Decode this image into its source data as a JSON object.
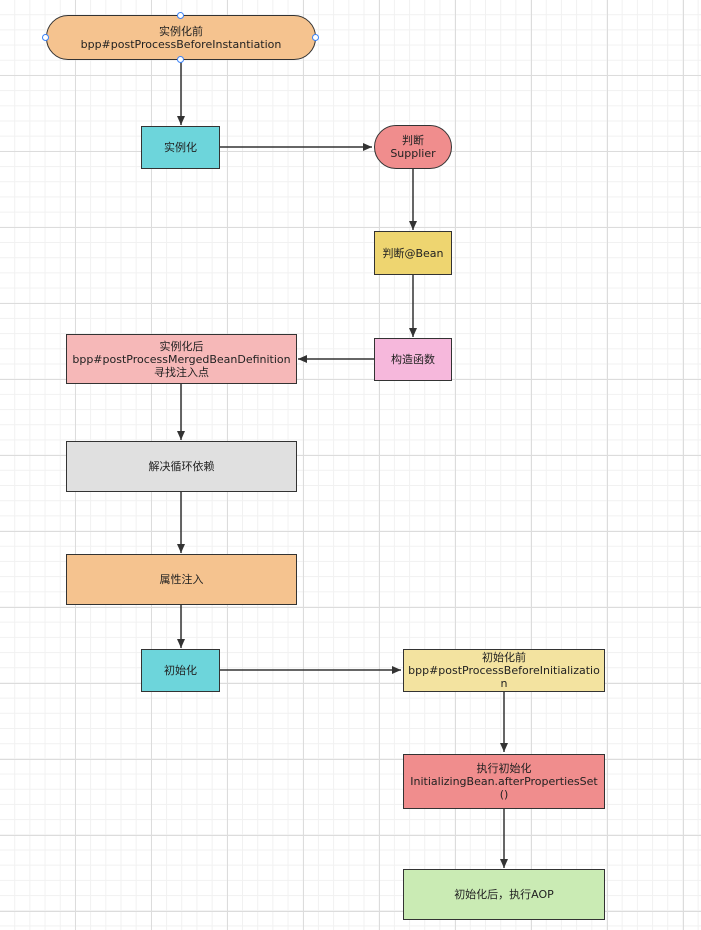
{
  "nodes": {
    "before_instantiation": {
      "line1": "实例化前",
      "line2": "bpp#postProcessBeforeInstantiation",
      "color": "#f5c38f"
    },
    "instantiate": {
      "label": "实例化",
      "color": "#6dd5db"
    },
    "supplier": {
      "line1": "判断",
      "line2": "Supplier",
      "color": "#f08d8d"
    },
    "bean_annotation": {
      "label": "判断@Bean",
      "color": "#eed570"
    },
    "constructor": {
      "label": "构造函数",
      "color": "#f6b8dc"
    },
    "after_instantiation": {
      "line1": "实例化后",
      "line2": "bpp#postProcessMergedBeanDefinition",
      "line3": "寻找注入点",
      "color": "#f6b8b8"
    },
    "circular_dependency": {
      "label": "解决循环依赖",
      "color": "#e0e0e0"
    },
    "property_injection": {
      "label": "属性注入",
      "color": "#f5c38f"
    },
    "initialize": {
      "label": "初始化",
      "color": "#6dd5db"
    },
    "before_initialization": {
      "line1": "初始化前",
      "line2": "bpp#postProcessBeforeInitialization",
      "color": "#f3e3a0"
    },
    "invoke_init": {
      "line1": "执行初始化",
      "line2": "InitializingBean.afterPropertiesSet()",
      "color": "#f08d8d"
    },
    "after_initialization": {
      "label": "初始化后，执行AOP",
      "color": "#caebb4"
    }
  },
  "edge_color": "#333333",
  "selection_handle_color": "#3b82f6"
}
